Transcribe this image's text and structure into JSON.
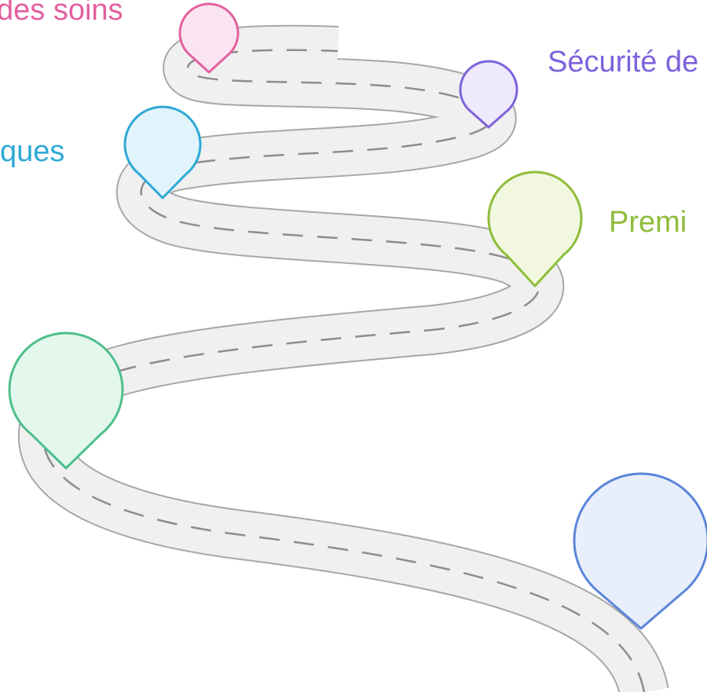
{
  "milestones": [
    {
      "label": "des soins",
      "color": "#e2609f",
      "fill": "#fbe4f1"
    },
    {
      "label": "Sécurité de",
      "color": "#7d63dc",
      "fill": "#eee9fb"
    },
    {
      "label": "ques",
      "color": "#2ea9d6",
      "fill": "#e1f3fb"
    },
    {
      "label": "Premi",
      "color": "#8fbc3a",
      "fill": "#f1f8df"
    },
    {
      "label": "",
      "color": "#4fbf8a",
      "fill": "#e3f7ec"
    },
    {
      "label": "",
      "color": "#5b86d9",
      "fill": "#e8effb"
    }
  ],
  "road": {
    "fill": "#f0f0f0",
    "edge": "#a7a7a7",
    "dash": "#8d8d8d"
  }
}
